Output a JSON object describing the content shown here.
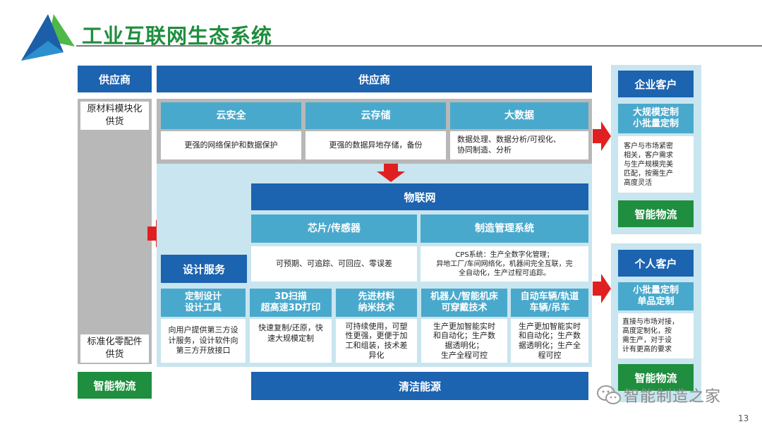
{
  "slide": {
    "title": "工业互联网生态系统",
    "page_number": "13",
    "watermark": "智能制造之家"
  },
  "left_column": {
    "header": "供应商",
    "raw_material": "原材料模块化\n供货",
    "standard_parts": "标准化零配件\n供货",
    "logistics": "智能物流"
  },
  "center": {
    "header": "供应商",
    "cloud": [
      {
        "title": "云安全",
        "desc": "更强的网络保护和数据保护"
      },
      {
        "title": "云存储",
        "desc": "更强的数据异地存储，备份"
      },
      {
        "title": "大数据",
        "desc": "数据处理、数据分析/可视化、\n协同制造、分析"
      }
    ],
    "iot": "物联网",
    "chips": {
      "title": "芯片/传感器",
      "desc": "可预期、可追踪、可回应、零误差"
    },
    "mes": {
      "title": "制造管理系统",
      "desc": "CPS系统：生产全数字化管理；\n异地工厂/车间网络化，机器间完全互联，完\n全自动化，生产过程可追踪。"
    },
    "design_service": "设计服务",
    "bottom_items": [
      {
        "title": "定制设计\n设计工具",
        "desc": "向用户提供第三方设\n计服务，设计软件向\n第三方开放接口"
      },
      {
        "title": "3D扫描\n超高速3D打印",
        "desc": "快速复制/还原，快\n速大规模定制"
      },
      {
        "title": "先进材料\n纳米技术",
        "desc": "可持续使用，可塑\n性更强，更便于加\n工和组装，技术差\n异化"
      },
      {
        "title": "机器人/智能机床\n可穿戴技术",
        "desc": "生产更加智能实时\n和自动化；生产数\n据透明化；\n生产全程可控"
      },
      {
        "title": "自动车辆/轨道\n车辆/吊车",
        "desc": "生产更加智能实时\n和自动化；生产数\n据透明化；生产全\n程可控"
      }
    ],
    "clean_energy": "清洁能源"
  },
  "right_column": {
    "enterprise": {
      "header": "企业客户",
      "sub": "大规模定制\n小批量定制",
      "desc": "客户与市场紧密\n相关，客户需求\n与生产规模完美\n匹配，按需生产\n高度灵活",
      "logistics": "智能物流"
    },
    "personal": {
      "header": "个人客户",
      "sub": "小批量定制\n单品定制",
      "desc": "直接与市场对接，\n高度定制化，按\n需生产，对于设\n计有更高的要求",
      "logistics": "智能物流"
    }
  },
  "colors": {
    "primary_blue": "#1c63b0",
    "teal": "#49a9cc",
    "green": "#1f8e3f",
    "gray": "#b8b8b8",
    "pale_blue": "#c9e5ef",
    "arrow_red": "#e02020"
  }
}
